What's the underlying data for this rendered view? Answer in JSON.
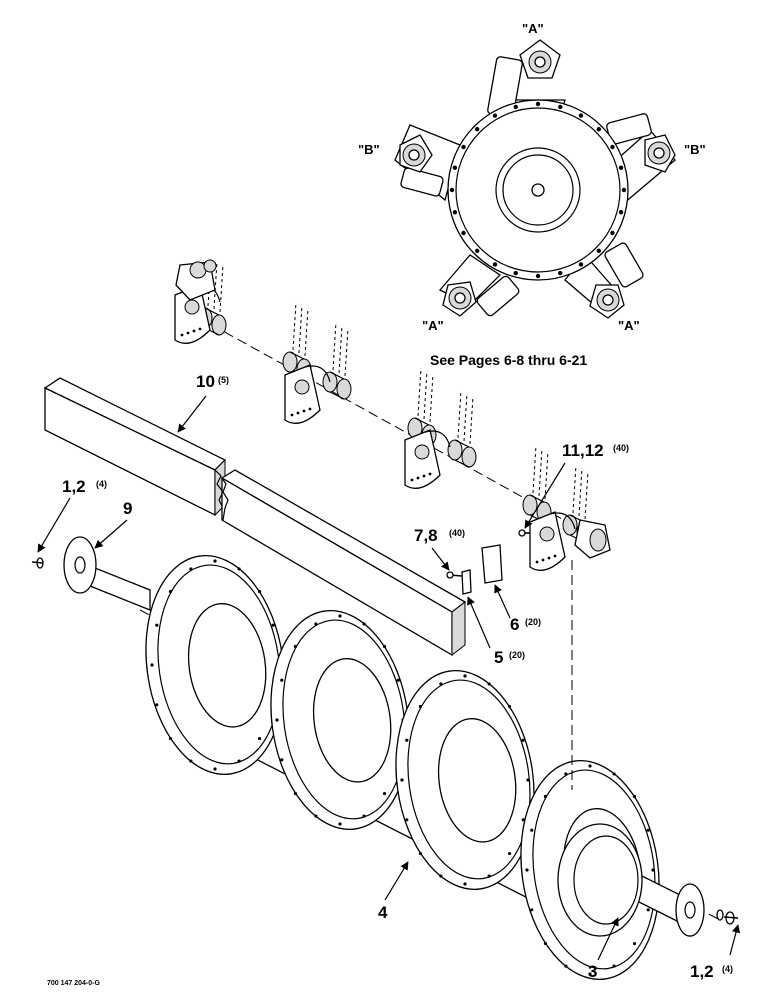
{
  "labels": {
    "a_top": "\"A\"",
    "b_left": "\"B\"",
    "b_right": "\"B\"",
    "a_bottom_left": "\"A\"",
    "a_bottom_right": "\"A\"",
    "see_pages": "See Pages 6-8 thru 6-21",
    "part_10": "10",
    "qty_10": "(5)",
    "part_11_12": "11,12",
    "qty_11_12": "(40)",
    "part_1_2_top": "1,2",
    "qty_1_2_top": "(4)",
    "part_9": "9",
    "part_7_8": "7,8",
    "qty_7_8": "(40)",
    "part_6": "6",
    "qty_6": "(20)",
    "part_5": "5",
    "qty_5": "(20)",
    "part_4": "4",
    "part_3": "3",
    "part_1_2_bottom": "1,2",
    "qty_1_2_bottom": "(4)",
    "figure_id": "700 147 204-0-G"
  },
  "colors": {
    "ink": "#000000",
    "paper": "#ffffff",
    "shade": "#d9d9d9"
  }
}
